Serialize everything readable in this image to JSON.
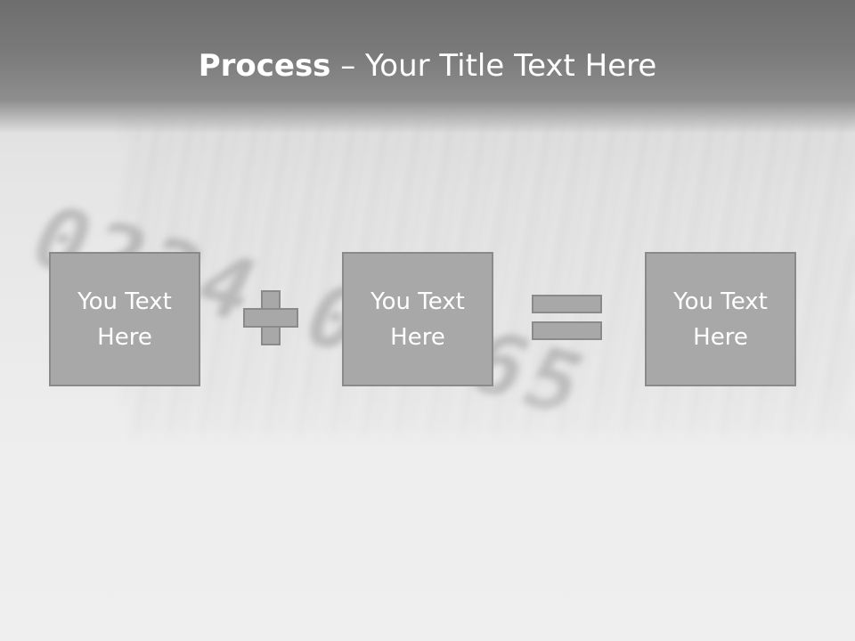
{
  "slide": {
    "title_bold": "Process",
    "title_rest": " – Your Title Text Here"
  },
  "boxes": [
    {
      "text": "You Text Here"
    },
    {
      "text": "You Text Here"
    },
    {
      "text": "You Text Here"
    }
  ],
  "operators": [
    "plus-icon",
    "equals-icon"
  ],
  "colors": {
    "header": "#7a7a7a",
    "box_fill": "#a8a8a8",
    "box_border": "#8a8a8a",
    "text": "#ffffff"
  }
}
